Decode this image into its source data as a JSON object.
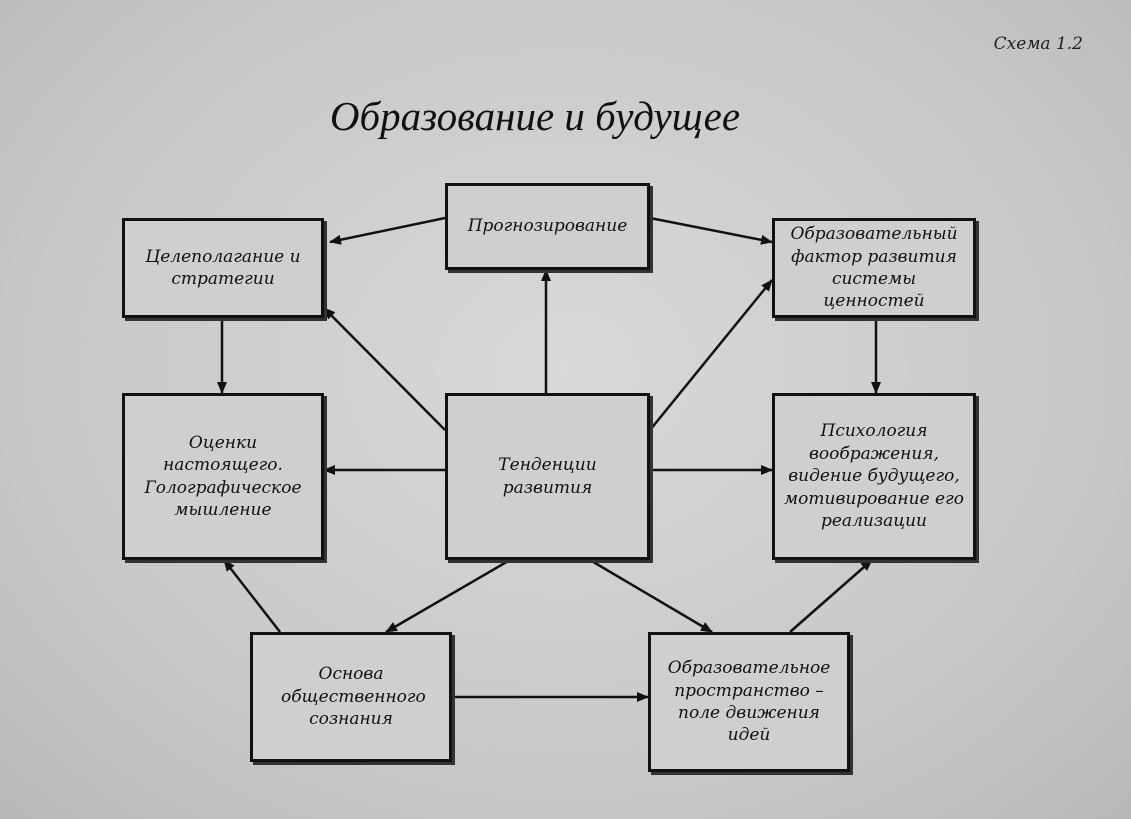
{
  "caption": "Схема 1.2",
  "title": "Образование и будущее",
  "nodes": {
    "forecasting": {
      "label": "Прогнозирование"
    },
    "goal": {
      "label": "Целеполагание и стратегии"
    },
    "values": {
      "label": "Образовательный фактор развития системы ценностей"
    },
    "present": {
      "label": "Оценки настоящего. Голографическое мышление"
    },
    "trends": {
      "label": "Тенденции развития"
    },
    "psychology": {
      "label": "Психология воображения, видение будущего, мотивирование его реализации"
    },
    "consciousness": {
      "label": "Основа общественного сознания"
    },
    "space": {
      "label": "Образовательное пространство – поле движения идей"
    }
  },
  "colors": {
    "ink": "#111111",
    "paper": "#cfcfcf"
  }
}
